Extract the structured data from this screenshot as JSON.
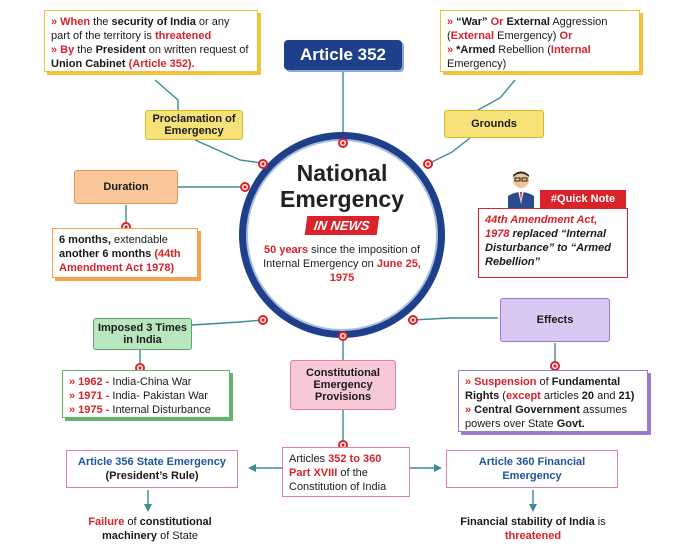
{
  "article_title": "Article 352",
  "center": {
    "title_line1": "National",
    "title_line2": "Emergency",
    "badge": "IN NEWS",
    "years": "50 years",
    "desc": " since the imposition of Internal Emergency on ",
    "date": "June 25, 1975"
  },
  "proclamation": {
    "label": "Proclamation of Emergency",
    "p1_a": "When",
    "p1_b": " the ",
    "p1_c": "security of India",
    "p1_d": " or any part of the territory is ",
    "p1_e": "threatened",
    "p2_a": "By",
    "p2_b": " the ",
    "p2_c": "President",
    "p2_d": " on written request of ",
    "p2_e": "Union Cabinet",
    "p2_f": "(Article 352)."
  },
  "grounds": {
    "label": "Grounds",
    "l1_a": "“War”",
    "l1_b": " Or ",
    "l1_c": "External",
    "l1_d": " Aggression (",
    "l1_e": "External",
    "l1_f": " Emergency) ",
    "l1_g": "Or",
    "l2_a": "*Armed",
    "l2_b": " Rebellion (",
    "l2_c": "Internal",
    "l2_d": " Emergency)"
  },
  "duration": {
    "label": "Duration",
    "t1": "6 months,",
    "t2": " extendable ",
    "t3": "another 6 months",
    "t4": " (44th Amendment Act 1978)"
  },
  "quick_note": {
    "label": "#Quick Note",
    "t1": "44th Amendment Act, 1978",
    "t2": " replaced “Internal Disturbance” to “Armed Rebellion”"
  },
  "imposed": {
    "label": "Imposed 3 Times in India",
    "items": [
      {
        "year": "1962 -",
        "text": " India-China War"
      },
      {
        "year": "1971 -",
        "text": " India- Pakistan War"
      },
      {
        "year": "1975 -",
        "text": " Internal Disturbance"
      }
    ]
  },
  "effects": {
    "label": "Effects",
    "e1_a": "Suspension",
    "e1_b": " of ",
    "e1_c": "Fundamental Rights",
    "e1_d": " (",
    "e1_e": "except",
    "e1_f": " articles ",
    "e1_g": "20",
    "e1_h": " and ",
    "e1_i": "21)",
    "e2_a": "Central Government",
    "e2_b": " assumes powers over State ",
    "e2_c": "Govt."
  },
  "constitutional": {
    "label": "Constitutional Emergency Provisions",
    "t1": "Articles ",
    "t2": "352 to 360",
    "t3": "Part XVIII",
    "t4": " of the Constitution of India"
  },
  "article356": {
    "label": "Article 356 State Emergency",
    "sub": "(President’s Rule)",
    "out_a": "Failure",
    "out_b": " of ",
    "out_c": "constitutional machinery",
    "out_d": " of State"
  },
  "article360": {
    "label": "Article 360 Financial Emergency",
    "out_a": "Financial stability of India",
    "out_b": " is ",
    "out_c": "threatened"
  },
  "colors": {
    "accent_red": "#d9222a",
    "navy": "#1e3f8a",
    "teal_line": "#3d8a9a",
    "yellow": "#f7e27a",
    "orange": "#f9c79a",
    "green": "#b8e6bf",
    "purple": "#d8c8f2",
    "pink": "#f7c8d6"
  }
}
